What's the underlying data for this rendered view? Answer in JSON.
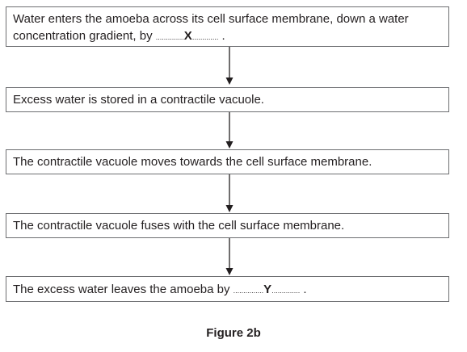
{
  "flow": {
    "step1": {
      "line1": "Water enters the amoeba across its cell surface membrane, down a water",
      "line2_prefix": "concentration gradient, by ",
      "dots_before": "..............",
      "blank": "X",
      "dots_after": ".............",
      "suffix": " ."
    },
    "step2": {
      "text": "Excess water is stored in a contractile vacuole."
    },
    "step3": {
      "text": "The contractile vacuole moves towards the cell surface membrane."
    },
    "step4": {
      "text": "The contractile vacuole fuses with the cell surface membrane."
    },
    "step5": {
      "prefix": "The excess water leaves the amoeba by ",
      "dots_before": "...............",
      "blank": "Y",
      "dots_after": "..............",
      "suffix": " ."
    }
  },
  "caption": "Figure 2b"
}
